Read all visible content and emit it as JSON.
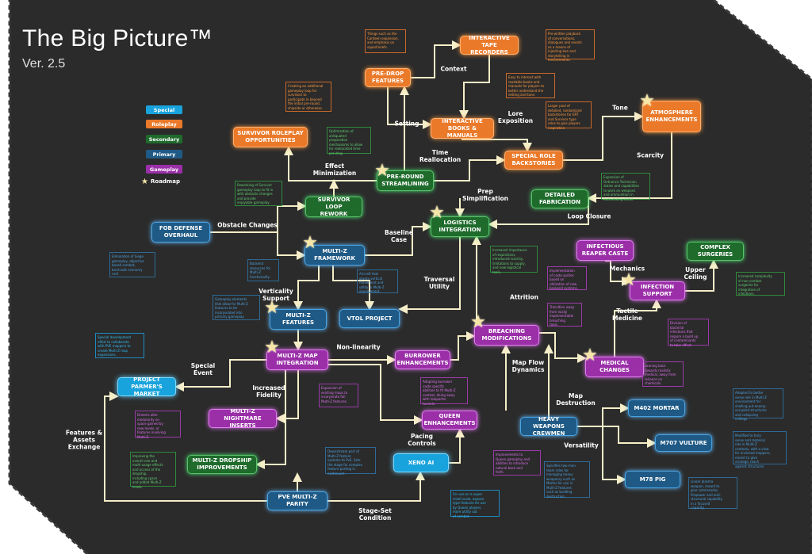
{
  "header": {
    "title": "The Big Picture™",
    "version": "Ver. 2.5"
  },
  "colors": {
    "background": "#2b2b2b",
    "line": "#f5eec8",
    "special": "#18a3dc",
    "roleplay": "#ea7a2a",
    "secondary": "#1f6b2c",
    "primary": "#1f5a86",
    "gameplay": "#9a2fa8",
    "star": "#f5e6a8"
  },
  "legend": {
    "special": "Special",
    "roleplay": "Roleplay",
    "secondary": "Secondary",
    "primary": "Primary",
    "gameplay": "Gameplay",
    "roadmap": "Roadmap",
    "star_icon": "star-icon"
  },
  "nodes": {
    "interactive_tape": "INTERACTIVE\nTAPE RECORDERS",
    "pre_drop": "PRE-DROP\nFEATURES",
    "interactive_books": "INTERACTIVE\nBOOKS & MANUALS",
    "survivor_roleplay": "SURVIVOR ROLEPLAY\nOPPORTUNITIES",
    "atmosphere": "ATMOSPHERE\nENHANCEMENTS",
    "special_role": "SPECIAL ROLE\nBACKSTORIES",
    "pre_round": "PRE-ROUND\nSTREAMLINING",
    "survivor_loop": "SURVIVOR LOOP\nREWORK",
    "detailed_fab": "DETAILED\nFABRICATION",
    "fob_defense": "FOB DEFENSE\nOVERHAUL",
    "logistics": "LOGISTICS\nINTEGRATION",
    "multiz_framework": "MULTI-Z\nFRAMEWORK",
    "infectious_reaper": "INFECTIOUS\nREAPER CASTE",
    "complex_surgeries": "COMPLEX\nSURGERIES",
    "infection_support": "INFECTION\nSUPPORT",
    "multiz_features": "MULTI-Z\nFEATURES",
    "vtol_project": "VTOL PROJECT",
    "breaching": "BREACHING\nMODIFICATIONS",
    "medical_changes": "MEDICAL\nCHANGES",
    "multiz_map": "MULTI-Z MAP\nINTEGRATION",
    "burrower": "BURROWER\nENHANCEMENTS",
    "project_parmer": "PROJECT\nPARMER'S MARKET",
    "heavy_weapons": "HEAVY WEAPONS\nCREWMEN",
    "m402": "M402 MORTAR",
    "multiz_nightmare": "MULTI-Z NIGHTMARE\nINSERTS",
    "queen_enh": "QUEEN\nENHANCEMENTS",
    "m707": "M707 VULTURE",
    "multiz_dropship": "MULTI-Z DROPSHIP\nIMPROVEMENTS",
    "xeno_ai": "XENO AI",
    "m78": "M78 PIG",
    "pve_parity": "PVE MULTI-Z\nPARITY"
  },
  "notes": {
    "tape_a": "Things such as the\nCanteen expansion,\nand emphasis on\nsquad briefs.",
    "tape_b": "Pre-written playback\nof conversations,\ndialogues and events\nas a means of\ninjecting lore and\nstorytelling in\nenvironments.",
    "books": "Easy to interact with\nreadable books and\nmanuals for players to\nbetter understand the\nsetting and tone.",
    "survivor_rp": "Creating an additional\ngameplay loop for\nsurvivors to\nparticipate in beyond\nthe initial pre-round,\nshipside or otherwise.",
    "special_role": "Larger pool of\ndetailed, randomized\nbackstories for ERT\nand Survivor type\nroles to give players\ninspiration.",
    "preround": "Optimization of\nantiquated\npreparation\nmechanisms to allow\nfor reallocated time\npre-drop.",
    "survivor_loop": "Reworking of Survivor\ngameplay loop to fit in\nwith obstacle changes\nand provide\nenjoyable gameplay.",
    "fabrication": "Expansion of\nOrdnance Technician\nduties and capabilities\nto work on weapons\nand ammunition in\nexcruciating detail.",
    "fob": "Elimination of Siege\ngameplay, objective\nbased combat,\nbarricade economy\nnerf.",
    "framework": "Backend\nresources for\nMulti-Z\nfunctionality.",
    "vtol": "Aircraft that\ngrants vertical\nmovement and\nutility in Multi-Z\nenvironment.",
    "logistics": "Increased importance\nof requisitions,\nintroduced scarcity,\nlimitations to supply,\nand new logistical\ntools.",
    "reaper": "Implementation\nof caste sprites\nbased on\nutilization of new\nbackend systems.",
    "surgeries": "Increased complexity\nof non-combat\nsurgeries for\nintegration of\ninfections.",
    "multiz_features": "Gameplay elements\nthat allow for Multi-Z\nfeatures to be\nincorporated into\nprimary gameplay.",
    "breaching": "Transition away\nfrom easily\nimplementable\nbreaching\ntools.",
    "infection": "Division of\nbacterial\ninfections that\nrequire a build up\nof contaminants\nto take effect.",
    "parmer": "Special development\neffort to collaborate\nwith PVE mappers to\ncreate Multi-Z map\nexpansions.",
    "map_integration": "Expansion of\nexisting maps to\nincorporate full\nMulti-Z features.",
    "burrower": "Adapting burrower\ncaste specific\nabilities to fit Multi-Z\ncontext, doing away\nwith teleporter\ntunnels.",
    "medical": "Leaning back\ntowards realistic\nmedical, away from\nreliance on\nchemicals.",
    "m402": "Adapted to better\nserve role in Multi-Z\nenvironment for\nshelling out enemy-\noccupied structures\nand collapsing\nceilings.",
    "nightmare": "Dreams alter\nmodularity on\nspace gained by\nnew levels, or\nfeatures involving\nMulti-Z.",
    "m707": "Modified to truly\nserve and material\nrole in Multi-Z\ncontexts, with a view\nfor enclosed mappers,\nmeant to give\nstrategic reach\nagainst structures.",
    "dropship": "Improving the\noverall role and\nmulti-usage effects\nand access of the\ndropship,\nincluding space\nand added Multi-Z\nlevels.",
    "pve_a": "Downstream port of\nMulti-Z feature\nsystems to PvE. Sets\nthe stage for complex\nfeature porting in\ncontinuum.",
    "queen": "Improvements to\nQueen gameplay and\nabilities to introduce\nnatural back and\nforth.",
    "heavy": "Specifies two-man\nteam roles for\nmanaging heavy\nweaponry such as\nMortar for use in\nMulti-Z features\nsuch as building\ndestruction.",
    "m78": "Linear plasma\nweapon, meant to\ngive commandos\nfirepower and anti-\nstructural capability\nin a focused\ncapacity.",
    "xeno_ai": "For use on a super\nsmall scale, expose\ntype features for use\nby Queen players,\nmore utility out\nof combat."
  },
  "edge_labels": {
    "context": "Context",
    "lore_exposition": "Lore\nExposition",
    "tone": "Tone",
    "setting": "Setting",
    "time_reallocation": "Time\nReallocation",
    "effect_minimization": "Effect\nMinimization",
    "scarcity": "Scarcity",
    "prep_simplification": "Prep\nSimplification",
    "obstacle_changes": "Obstacle Changes",
    "loop_closure": "Loop Closure",
    "baseline_case": "Baseline\nCase",
    "mechanics": "Mechanics",
    "upper_ceiling": "Upper\nCeiling",
    "verticality_support": "Verticality\nSupport",
    "traversal_utility": "Traversal\nUtility",
    "attrition": "Attrition",
    "tactile_medicine": "Tactile\nMedicine",
    "non_linearity": "Non-linearity",
    "special_event": "Special\nEvent",
    "map_flow_dynamics": "Map Flow\nDynamics",
    "increased_fidelity": "Increased\nFidelity",
    "map_destruction": "Map\nDestruction",
    "versatility": "Versatility",
    "features_assets": "Features &\nAssets\nExchange",
    "pacing_controls": "Pacing\nControls",
    "stage_set": "Stage-Set\nCondition"
  }
}
